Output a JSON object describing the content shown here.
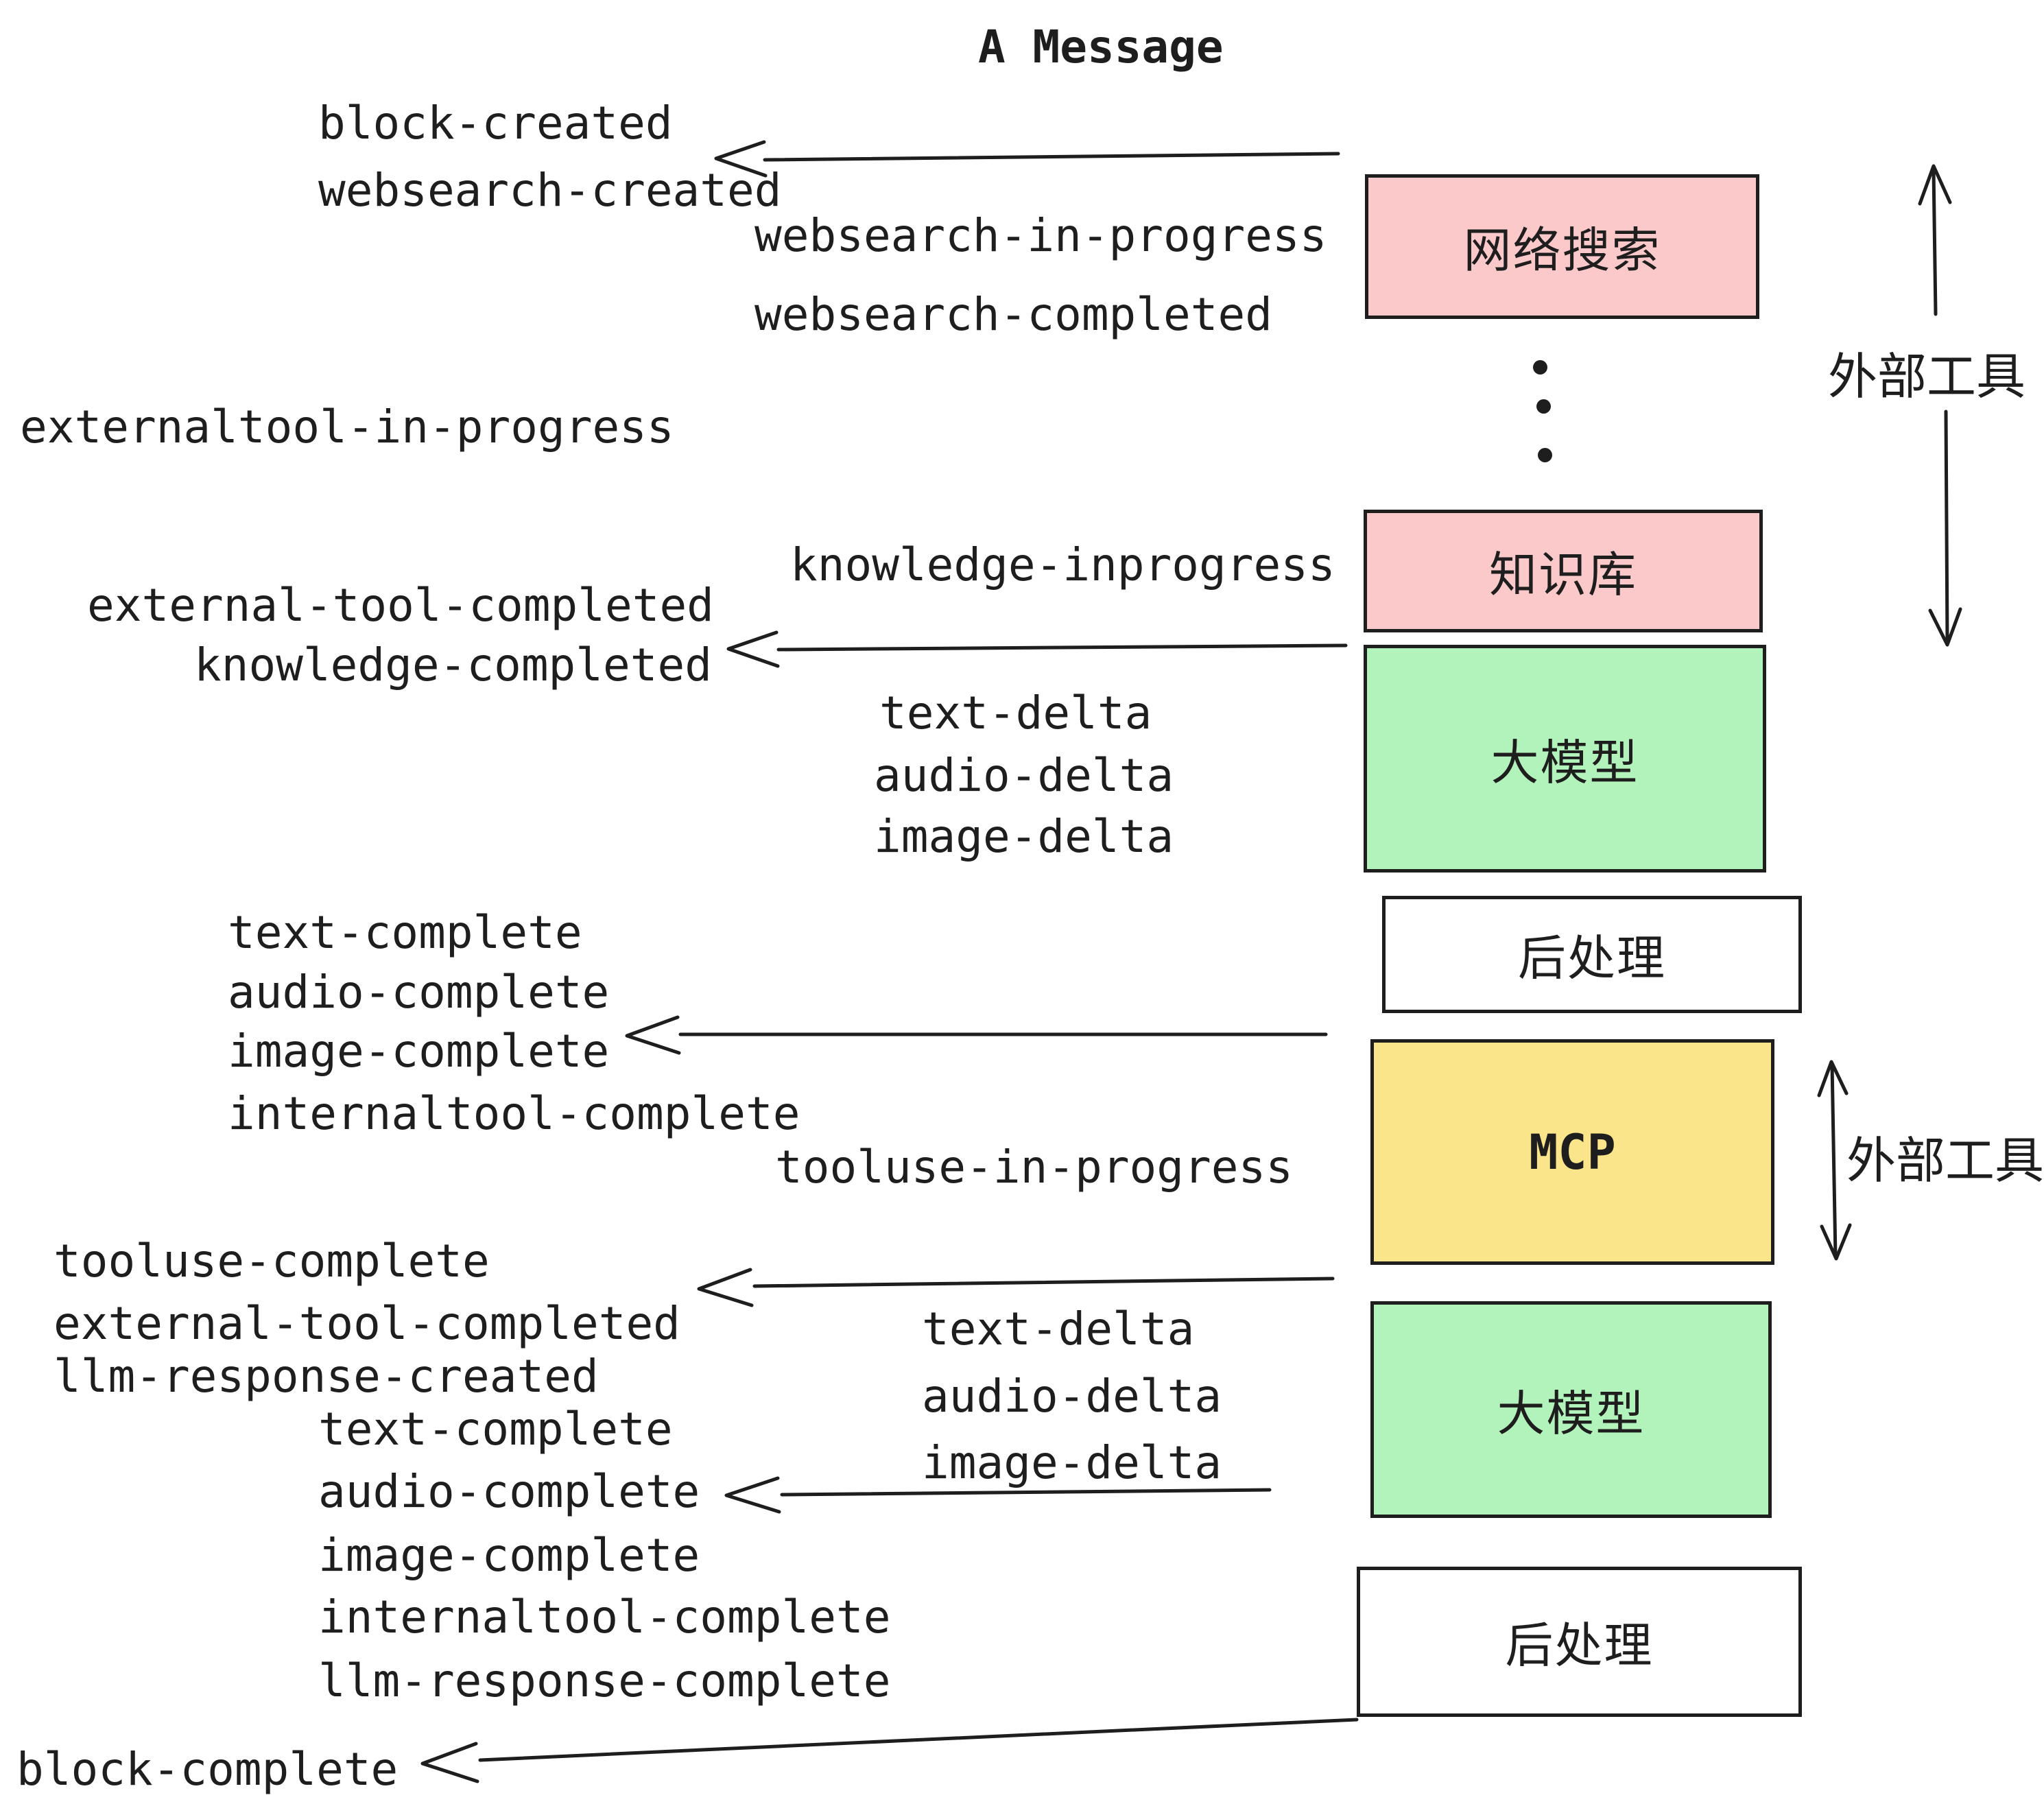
{
  "title": "A Message",
  "colors": {
    "background": "#ffffff",
    "ink": "#1e1e1e",
    "pink": "#FBC9C9",
    "green": "#B2F2BB",
    "yellow": "#FAE58B",
    "white_box": "#ffffff"
  },
  "boxes": {
    "websearch": {
      "label": "网络搜索",
      "color": "#FBC9C9"
    },
    "knowledge": {
      "label": "知识库",
      "color": "#FBC9C9"
    },
    "llm1": {
      "label": "大模型",
      "color": "#B2F2BB"
    },
    "post1": {
      "label": "后处理",
      "color": "#ffffff"
    },
    "mcp": {
      "label": "MCP",
      "color": "#FAE58B"
    },
    "llm2": {
      "label": "大模型",
      "color": "#B2F2BB"
    },
    "post2": {
      "label": "后处理",
      "color": "#ffffff"
    }
  },
  "side_labels": {
    "external_tools_top": "外部工具",
    "external_tools_mid": "外部工具"
  },
  "events": [
    {
      "text": "block-created"
    },
    {
      "text": "websearch-created"
    },
    {
      "text": "websearch-in-progress"
    },
    {
      "text": "websearch-completed"
    },
    {
      "text": "externaltool-in-progress"
    },
    {
      "text": "knowledge-inprogress"
    },
    {
      "text": "external-tool-completed"
    },
    {
      "text": "knowledge-completed"
    },
    {
      "text": "text-delta"
    },
    {
      "text": "audio-delta"
    },
    {
      "text": "image-delta"
    },
    {
      "text": "text-complete"
    },
    {
      "text": "audio-complete"
    },
    {
      "text": "image-complete"
    },
    {
      "text": "internaltool-complete"
    },
    {
      "text": "tooluse-in-progress"
    },
    {
      "text": "tooluse-complete"
    },
    {
      "text": "external-tool-completed"
    },
    {
      "text": "llm-response-created"
    },
    {
      "text": "text-complete"
    },
    {
      "text": "audio-complete"
    },
    {
      "text": "image-complete"
    },
    {
      "text": "internaltool-complete"
    },
    {
      "text": "llm-response-complete"
    },
    {
      "text": "text-delta"
    },
    {
      "text": "audio-delta"
    },
    {
      "text": "image-delta"
    },
    {
      "text": "block-complete"
    }
  ]
}
